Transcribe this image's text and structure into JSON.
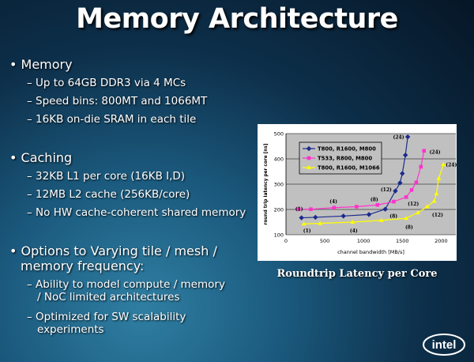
{
  "title": "Memory Architecture",
  "bullets": [
    {
      "label": "Memory",
      "subs": [
        "Up to 64GB DDR3 via 4 MCs",
        "Speed bins: 800MT and 1066MT",
        "16KB on-die SRAM in each tile"
      ]
    },
    {
      "label": "Caching",
      "subs": [
        "32KB L1 per core (16KB I,D)",
        "12MB L2 cache (256KB/core)",
        "No HW cache-coherent shared memory"
      ]
    },
    {
      "label": "Options to Varying tile / mesh / memory frequency:",
      "subs": [
        "Ability to model compute / memory / NoC limited architectures",
        "Optimized for SW scalability experiments"
      ]
    }
  ],
  "caption": "Roundtrip Latency per Core",
  "logo": "intel",
  "chart_data": {
    "type": "line",
    "title": "",
    "xlabel": "channel bandwidth [MB/s]",
    "ylabel": "round trip latency per core [ns]",
    "xlim": [
      0,
      2190
    ],
    "ylim": [
      100,
      500
    ],
    "xticks": [
      0,
      500,
      1000,
      1500,
      2000
    ],
    "yticks": [
      100,
      200,
      300,
      400,
      500
    ],
    "grid": "horizontal",
    "legend": "top-left",
    "series": [
      {
        "name": "T800, R1600, M800",
        "color": "#1a2a8c",
        "marker": "diamond",
        "x": [
          200,
          380,
          740,
          1070,
          1280,
          1410,
          1470,
          1500,
          1540,
          1570
        ],
        "y": [
          167,
          169,
          174,
          180,
          201,
          273,
          305,
          342,
          415,
          487
        ]
      },
      {
        "name": "T533, R800, M800",
        "color": "#ff33cc",
        "marker": "square",
        "x": [
          160,
          320,
          620,
          910,
          1180,
          1390,
          1550,
          1620,
          1680,
          1740,
          1780
        ],
        "y": [
          201,
          201,
          207,
          211,
          218,
          231,
          249,
          277,
          307,
          369,
          432
        ]
      },
      {
        "name": "T800, R1600, M1066",
        "color": "#ffff00",
        "marker": "triangle",
        "x": [
          230,
          440,
          860,
          1230,
          1550,
          1700,
          1820,
          1910,
          1940,
          1970,
          2030
        ],
        "y": [
          143,
          145,
          150,
          157,
          165,
          187,
          211,
          233,
          262,
          323,
          378
        ]
      }
    ],
    "annotations": [
      {
        "label": "(1)",
        "x": 170,
        "y": 202
      },
      {
        "label": "(4)",
        "x": 612,
        "y": 231
      },
      {
        "label": "(8)",
        "x": 1139,
        "y": 239
      },
      {
        "label": "(24)",
        "x": 1452,
        "y": 486
      },
      {
        "label": "(24)",
        "x": 1921,
        "y": 427
      },
      {
        "label": "(24)",
        "x": 2132,
        "y": 377
      },
      {
        "label": "(12)",
        "x": 1292,
        "y": 278
      },
      {
        "label": "(12)",
        "x": 1642,
        "y": 222
      },
      {
        "label": "(12)",
        "x": 1955,
        "y": 178
      },
      {
        "label": "(8)",
        "x": 1387,
        "y": 174
      },
      {
        "label": "(8)",
        "x": 1588,
        "y": 130
      },
      {
        "label": "(1)",
        "x": 272,
        "y": 116
      },
      {
        "label": "(4)",
        "x": 874,
        "y": 116
      }
    ]
  }
}
